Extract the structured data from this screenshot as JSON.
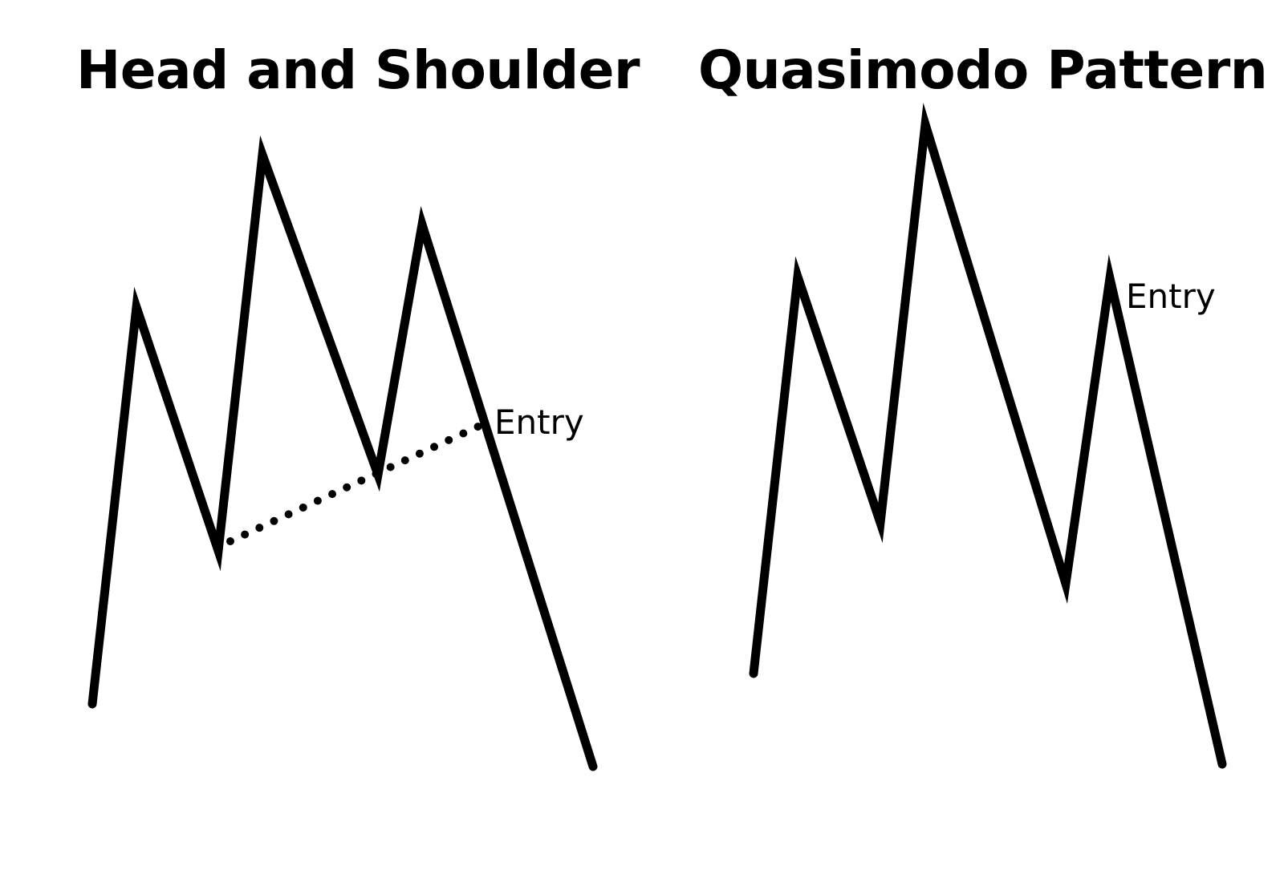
{
  "diagrams": [
    {
      "title": "Head and Shoulder",
      "entry_label": "Entry"
    },
    {
      "title": "Quasimodo Pattern",
      "entry_label": "Entry"
    }
  ],
  "colors": {
    "background": "#ffffff",
    "line": "#000000"
  }
}
